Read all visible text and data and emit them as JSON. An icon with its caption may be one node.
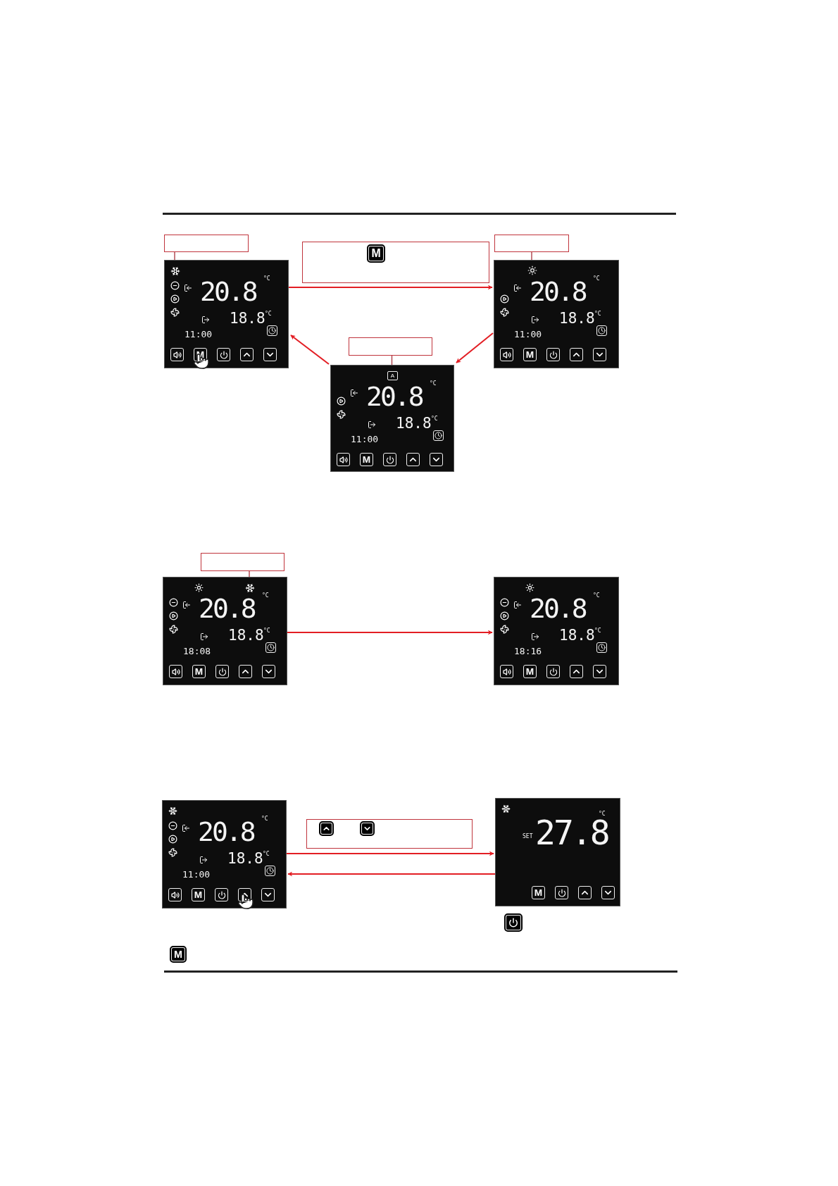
{
  "diagram": {
    "nodes": [
      {
        "text": [],
        "shape": "box"
      },
      {
        "text": [
          "M"
        ]
      },
      {
        "text": [],
        "shape": "box"
      },
      {
        "text": [
          "20.8",
          "°C",
          "18.8",
          "°C",
          "11:00",
          "M"
        ]
      },
      {
        "text": [],
        "shape": "picture",
        "in": 3
      },
      {
        "text": [
          "20.8",
          "°C",
          "18.8",
          "°C",
          "11:00",
          "M"
        ]
      },
      {
        "text": [],
        "shape": "picture",
        "in": 5
      },
      {
        "text": [],
        "shape": "box"
      },
      {
        "text": [
          "20.8",
          "°C",
          "18.8",
          "°C",
          "11:00",
          "M"
        ]
      },
      {
        "text": [
          "A"
        ],
        "in": 8
      },
      {
        "text": [],
        "shape": "box"
      },
      {
        "text": [
          "20.8",
          "°C",
          "18.8",
          "°C",
          "18:08",
          "M"
        ]
      },
      {
        "text": [],
        "shape": "picture",
        "in": 11
      },
      {
        "text": [
          "20.8",
          "°C",
          "18.8",
          "°C",
          "18:16",
          "M"
        ]
      },
      {
        "text": [
          "20.8",
          "°C",
          "18.8",
          "°C",
          "11:00",
          "M"
        ]
      },
      {
        "text": [],
        "shape": "box"
      },
      {
        "text": [
          "°C",
          "27.8",
          "SET",
          "M"
        ]
      }
    ],
    "edges": [
      {
        "from": 3,
        "to": 5,
        "arrow": "to"
      },
      {
        "from": 5,
        "to": 8,
        "arrow": "to"
      },
      {
        "from": 8,
        "to": 3,
        "arrow": "to"
      },
      {
        "from": 11,
        "to": 13,
        "arrow": "to"
      },
      {
        "from": 14,
        "to": 16,
        "arrow": "to"
      },
      {
        "from": 16,
        "to": 14,
        "arrow": "to"
      },
      {
        "from": 0,
        "to": 4,
        "arrow": "none",
        "color": "#a8323c"
      },
      {
        "from": 2,
        "to": 6,
        "arrow": "none",
        "color": "#a8323c"
      },
      {
        "from": 7,
        "to": 9,
        "arrow": "none",
        "color": "#a8323c"
      },
      {
        "from": 10,
        "to": 12,
        "arrow": "none",
        "color": "#a8323c"
      }
    ],
    "labels": [
      "M"
    ]
  }
}
